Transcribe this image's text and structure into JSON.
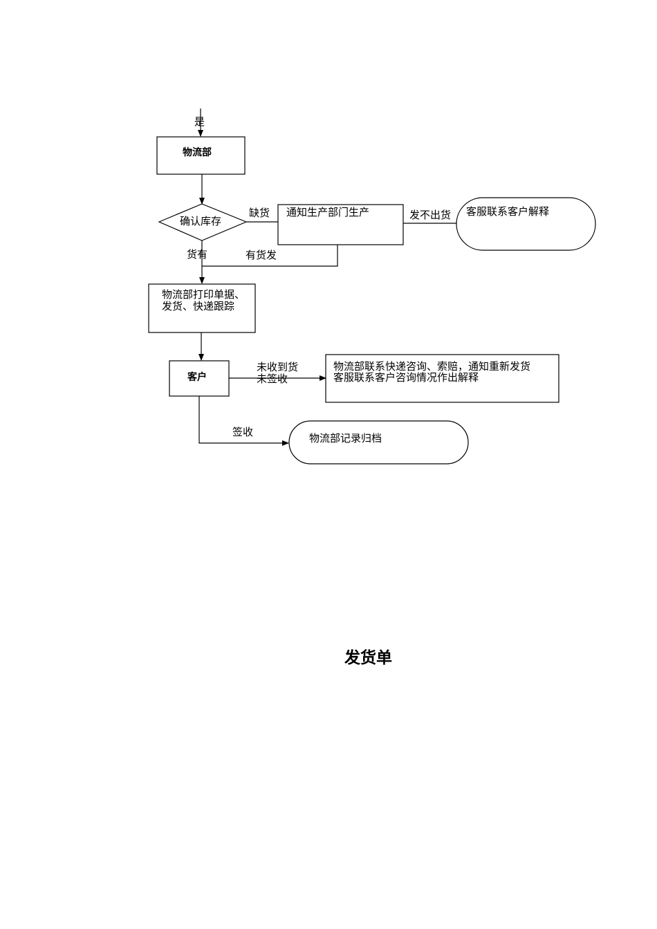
{
  "flowchart": {
    "entry_label": "是",
    "nodes": {
      "logistics": "物流部",
      "check_stock": "确认库存",
      "notify_production": "通知生产部门生产",
      "cs_explain": "客服联系客户解释",
      "print_ship": [
        "物流部打印单据、",
        "发货、快递跟踪"
      ],
      "customer": "客户",
      "claim": [
        "物流部联系快递咨询、索赔，通知重新发货",
        "客服联系客户咨询情况作出解释"
      ],
      "archive": "物流部记录归档"
    },
    "edges": {
      "out_of_stock": "缺货",
      "cannot_ship": "发不出货",
      "in_stock": "货有",
      "ship_when_available": "有货发",
      "not_received": "未收到货",
      "not_signed": "未签收",
      "signed": "签收"
    }
  },
  "section_title": "发货单"
}
